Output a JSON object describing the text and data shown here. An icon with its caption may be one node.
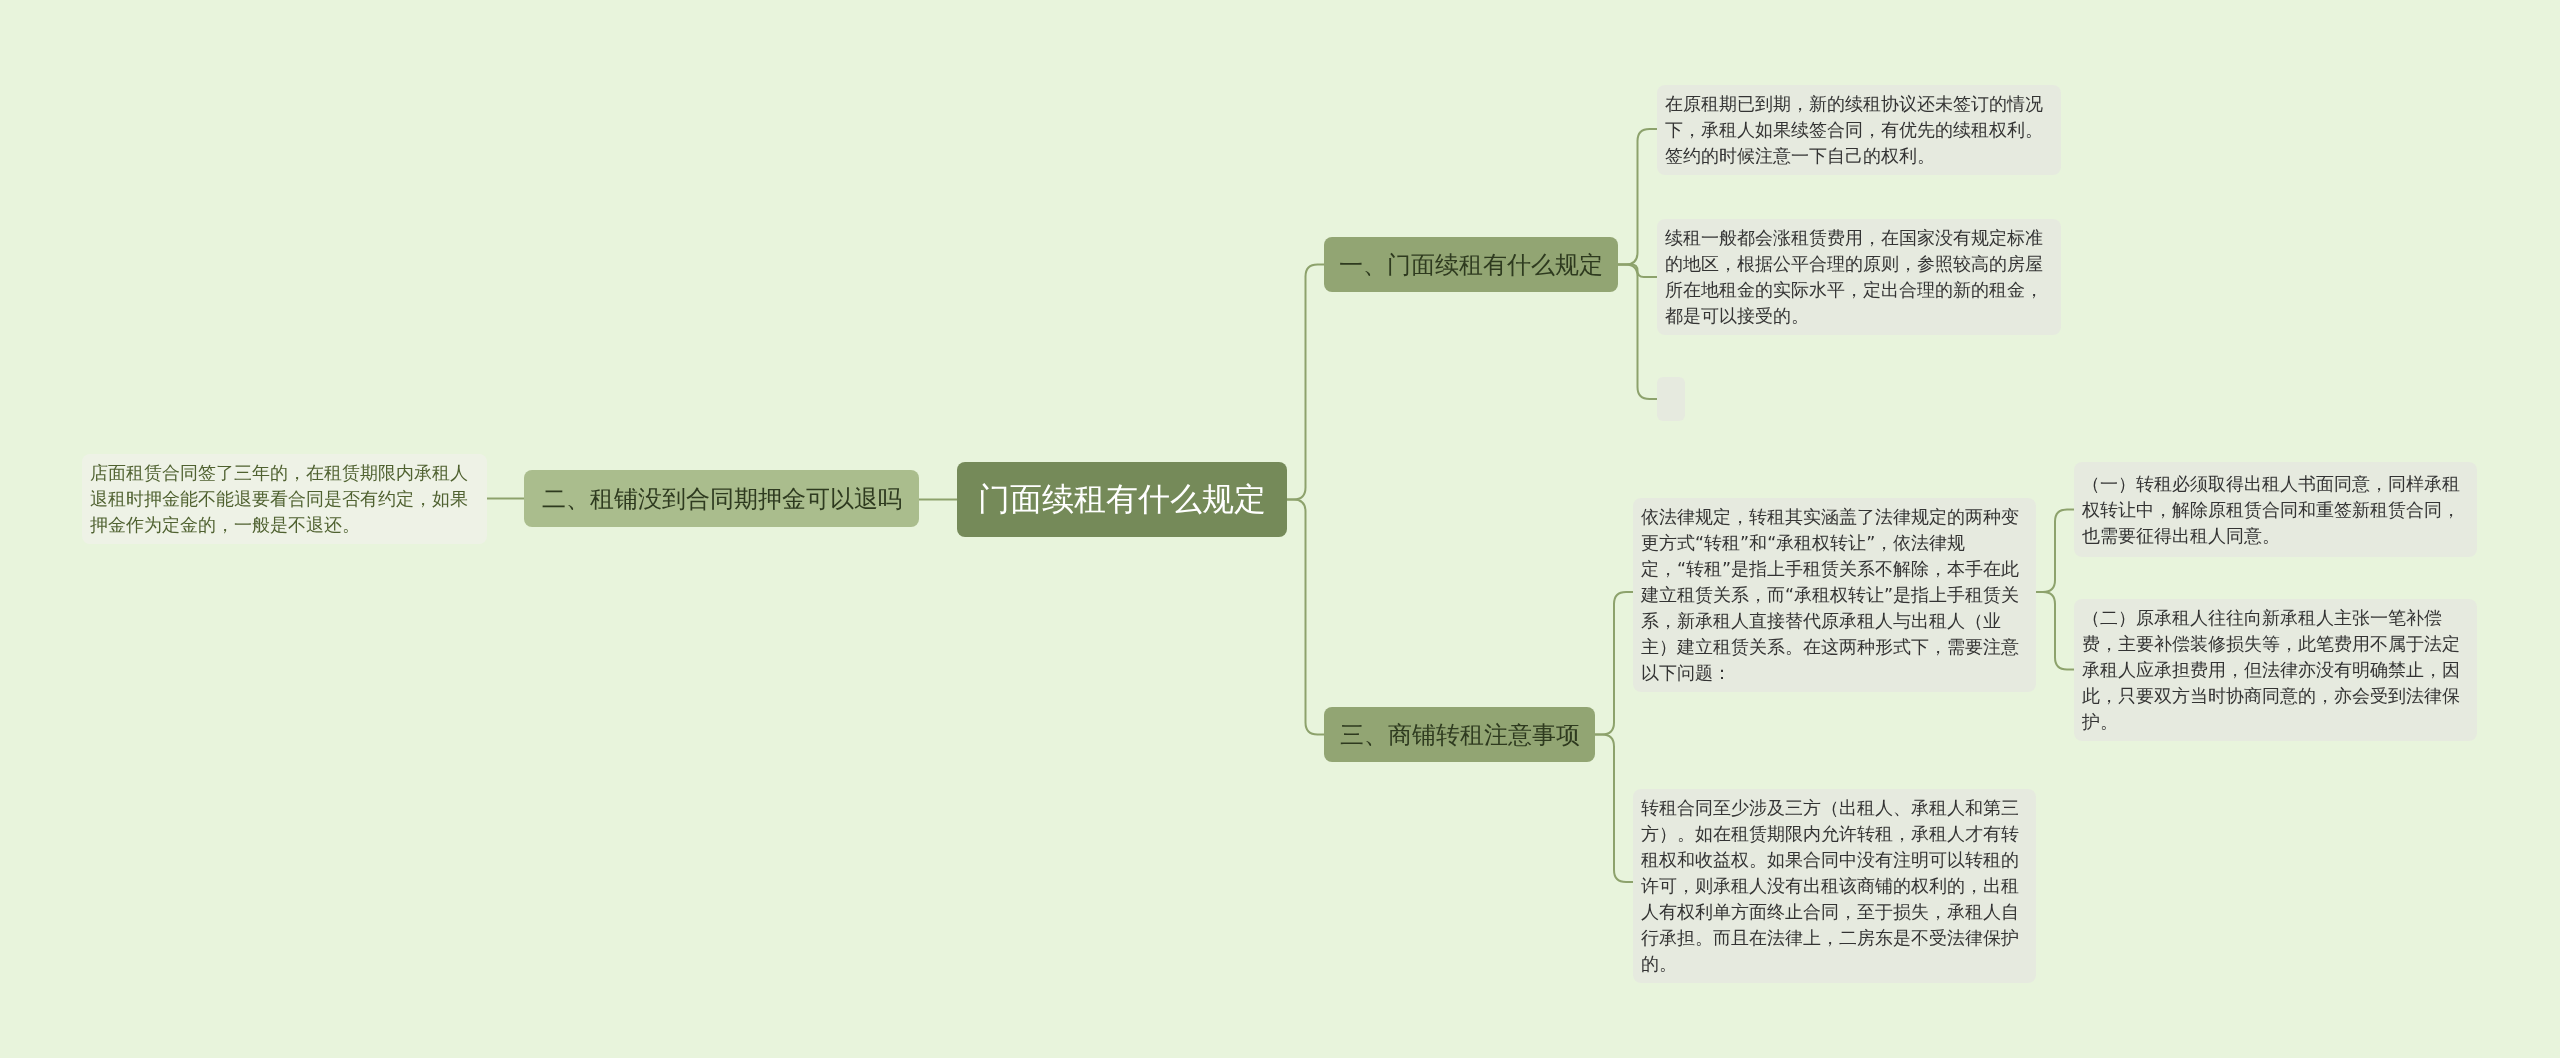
{
  "diagram": {
    "nodes": [
      {
        "text": [
          "门面续租有什么规定"
        ]
      },
      {
        "text": [
          "一、门面续租有什么规定"
        ]
      },
      {
        "text": [
          "在原租期已到期，新的续租协议还未签订的情况下，承租人如果续签合同，有优先的续租权利。签约的时候注意一下自己的权利。"
        ]
      },
      {
        "text": [
          "续租一般都会涨租赁费用，在国家没有规定标准的地区，根据公平合理的原则，参照较高的房屋所在地租金的实际水平，定出合理的新的租金，都是可以接受的。"
        ]
      },
      {
        "text": [],
        "shape": "box"
      },
      {
        "text": [
          "二、租铺没到合同期押金可以退吗"
        ]
      },
      {
        "text": [
          "店面租赁合同签了三年的，在租赁期限内承租人退租时押金能不能退要看合同是否有约定，如果押金作为定金的，一般是不退还。"
        ]
      },
      {
        "text": [
          "三、商铺转租注意事项"
        ]
      },
      {
        "text": [
          "依法律规定，转租其实涵盖了法律规定的两种变更方式“转租”和“承租权转让”，依法律规定，“转租”是指上手租赁关系不解除，本手在此建立租赁关系，而“承租权转让”是指上手租赁关系，新承租人直接替代原承租人与出租人（业主）建立租赁关系。在这两种形式下，需要注意以下问题："
        ]
      },
      {
        "text": [
          "（一）转租必须取得出租人书面同意，同样承租权转让中，解除原租赁合同和重签新租赁合同，也需要征得出租人同意。"
        ]
      },
      {
        "text": [
          "（二）原承租人往往向新承租人主张一笔补偿费，主要补偿装修损失等，此笔费用不属于法定承租人应承担费用，但法律亦没有明确禁止，因此，只要双方当时协商同意的，亦会受到法律保护。"
        ]
      },
      {
        "text": [
          "转租合同至少涉及三方（出租人、承租人和第三方）。如在租赁期限内允许转租，承租人才有转租权和收益权。如果合同中没有注明可以转租的许可，则承租人没有出租该商铺的权利的，出租人有权利单方面终止合同，至于损失，承租人自行承担。而且在法律上，二房东是不受法律保护的。"
        ]
      }
    ],
    "edges": [
      {
        "from": 0,
        "to": 1,
        "arrow": "none"
      },
      {
        "from": 1,
        "to": 2,
        "arrow": "none"
      },
      {
        "from": 1,
        "to": 3,
        "arrow": "none"
      },
      {
        "from": 1,
        "to": 4,
        "arrow": "none"
      },
      {
        "from": 0,
        "to": 5,
        "arrow": "none"
      },
      {
        "from": 5,
        "to": 6,
        "arrow": "none"
      },
      {
        "from": 0,
        "to": 7,
        "arrow": "none"
      },
      {
        "from": 7,
        "to": 8,
        "arrow": "none"
      },
      {
        "from": 8,
        "to": 9,
        "arrow": "none"
      },
      {
        "from": 8,
        "to": 10,
        "arrow": "none"
      },
      {
        "from": 7,
        "to": 11,
        "arrow": "none"
      }
    ]
  }
}
